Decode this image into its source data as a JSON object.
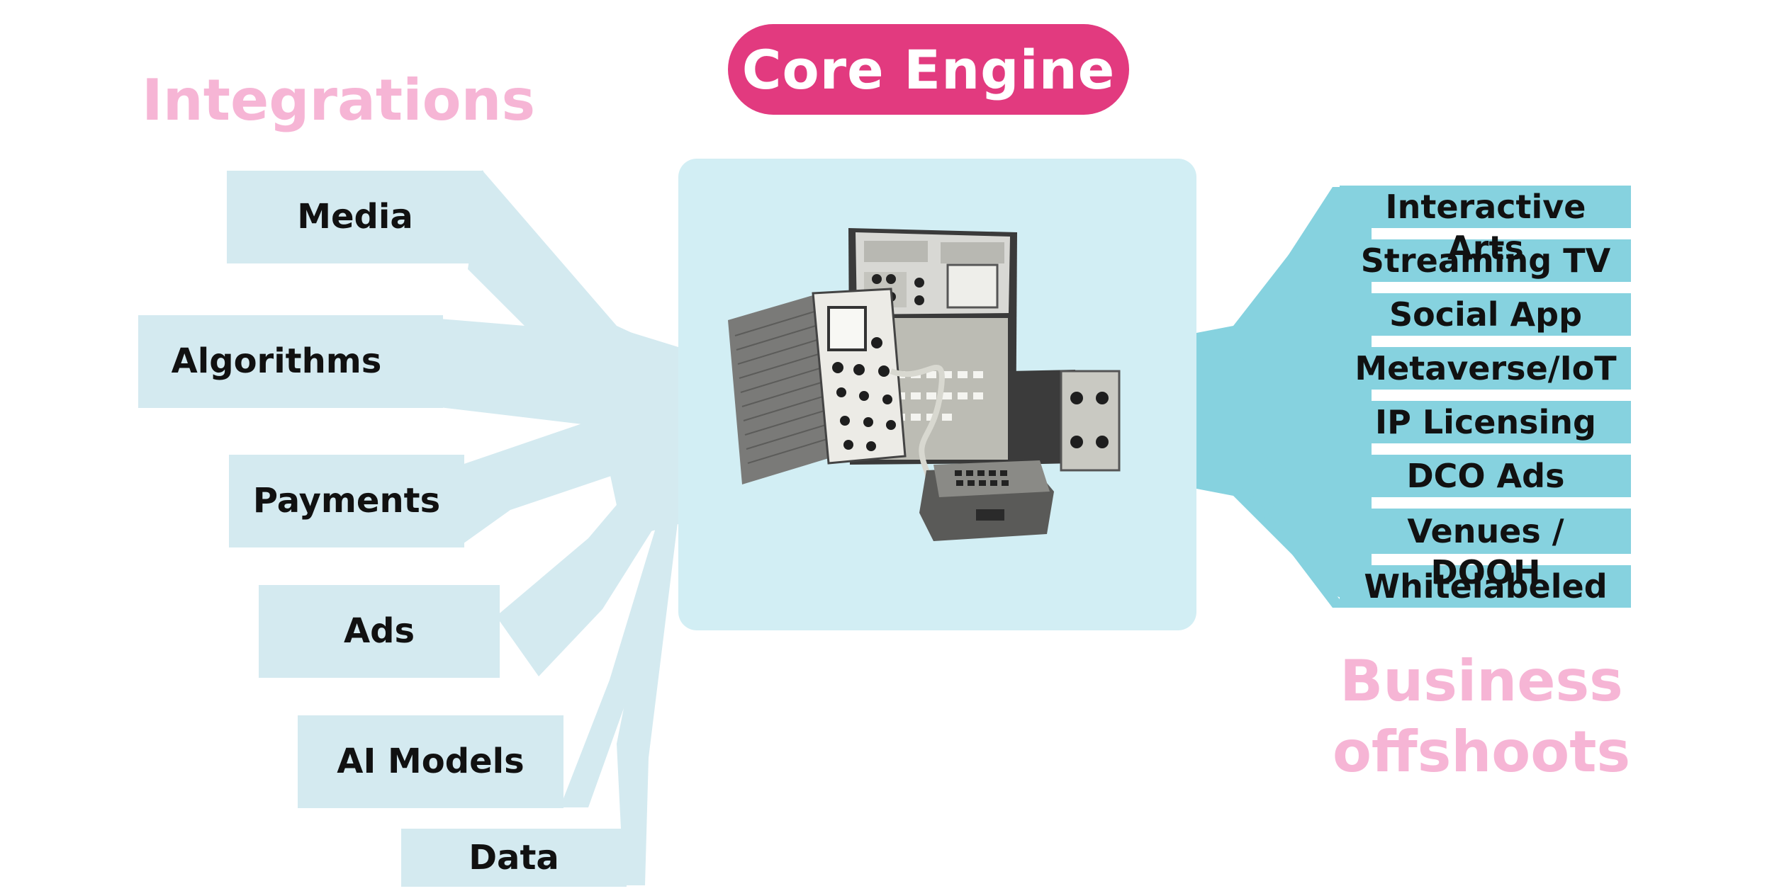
{
  "title": "Core Engine",
  "integrations": {
    "heading": "Integrations",
    "items": [
      {
        "label": "Media"
      },
      {
        "label": "Algorithms"
      },
      {
        "label": "Payments"
      },
      {
        "label": "Ads"
      },
      {
        "label": "AI Models"
      },
      {
        "label": "Data"
      }
    ]
  },
  "business": {
    "heading_line1": "Business",
    "heading_line2": "offshoots",
    "items": [
      {
        "label": "Interactive Arts"
      },
      {
        "label": "Streaming TV"
      },
      {
        "label": "Social App"
      },
      {
        "label": "Metaverse/IoT"
      },
      {
        "label": "IP Licensing"
      },
      {
        "label": "DCO Ads"
      },
      {
        "label": "Venues / DOOH"
      },
      {
        "label": "Whitelabeled"
      }
    ]
  },
  "colors": {
    "title_pill": "#e23a7f",
    "heading_pink": "#f6b5d5",
    "integration_fill": "#d4eaf0",
    "engine_fill": "#d2eef4",
    "offshoot_fill": "#86d2df",
    "text": "#111111"
  },
  "icons": {
    "engine_picture": "vintage-computer-console-icon"
  }
}
